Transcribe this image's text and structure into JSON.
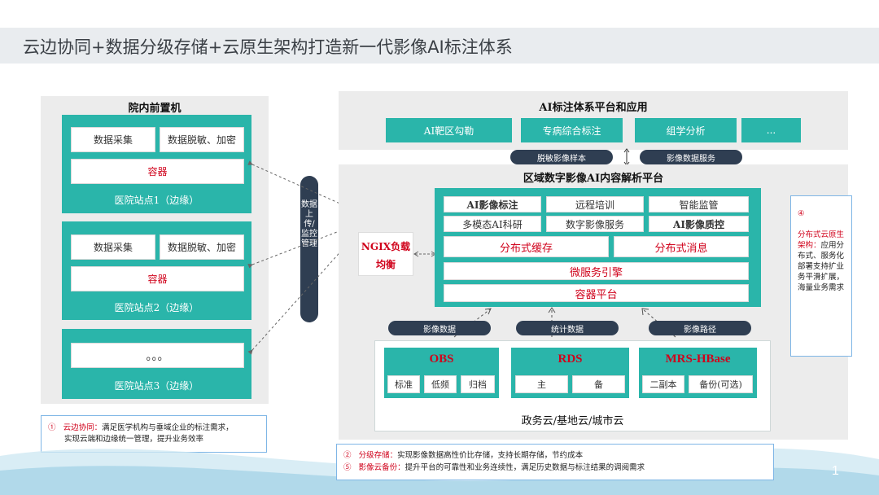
{
  "header": {
    "title": "云边协同+数据分级存储+云原生架构打造新一代影像AI标注体系"
  },
  "hospital_panel": {
    "title": "院内前置机",
    "sites": [
      {
        "btn1": "数据采集",
        "btn2": "数据脱敏、加密",
        "container": "容器",
        "label": "医院站点1（边缘）"
      },
      {
        "btn1": "数据采集",
        "btn2": "数据脱敏、加密",
        "container": "容器",
        "label": "医院站点2（边缘）"
      },
      {
        "dots": "。。。",
        "label": "医院站点3（边缘）"
      }
    ]
  },
  "upload_pill": {
    "text": "数据上传/监控管理"
  },
  "ai_platform": {
    "title": "AI标注体系平台和应用",
    "buttons": [
      "AI靶区勾勒",
      "专病综合标注",
      "组学分析",
      "..."
    ]
  },
  "link_pills": {
    "left": "脱敏影像样本",
    "right": "影像数据服务"
  },
  "regional_platform": {
    "title": "区域数字影像AI内容解析平台",
    "nginx": {
      "line1": "NGIX负载",
      "line2": "均衡"
    },
    "services_row1": [
      "AI影像标注",
      "远程培训",
      "智能监管"
    ],
    "services_row2": [
      "多模态AI科研",
      "数字影像服务",
      "AI影像质控"
    ],
    "dist_cache": "分布式缓存",
    "dist_msg": "分布式消息",
    "microservice": "微服务引擎",
    "container_platform": "容器平台"
  },
  "flow_pills": [
    "影像数据",
    "统计数据",
    "影像路径"
  ],
  "storage": {
    "cloud_label": "政务云/基地云/城市云",
    "obs": {
      "title": "OBS",
      "items": [
        "标准",
        "低频",
        "归档"
      ]
    },
    "rds": {
      "title": "RDS",
      "items": [
        "主",
        "备"
      ]
    },
    "hbase": {
      "title": "MRS-HBase",
      "items": [
        "二副本",
        "备份(可选)"
      ]
    }
  },
  "notes": {
    "note1": {
      "num": "①",
      "label": "云边协同：",
      "text1": "满足医学机构与垂域企业的标注需求，",
      "text2": "实现云端和边缘统一管理，提升业务效率"
    },
    "note2": {
      "num": "②",
      "label": "分级存储：",
      "text": "实现影像数据高性价比存储，支持长期存储，节约成本"
    },
    "note3": {
      "num": "⑤",
      "label": "影像云备份：",
      "text": "提升平台的可靠性和业务连续性，满足历史数据与标注结果的调阅需求"
    },
    "note4": {
      "num": "④",
      "label": "分布式云原生架构：",
      "text": "应用分布式、服务化部署支持扩业务平滑扩展，海量业务需求"
    }
  },
  "colors": {
    "teal": "#2ab5aa",
    "navy_pill": "#2f3e52",
    "red": "#d0021b",
    "panel_gray": "#ececec"
  },
  "page_marker": "1"
}
